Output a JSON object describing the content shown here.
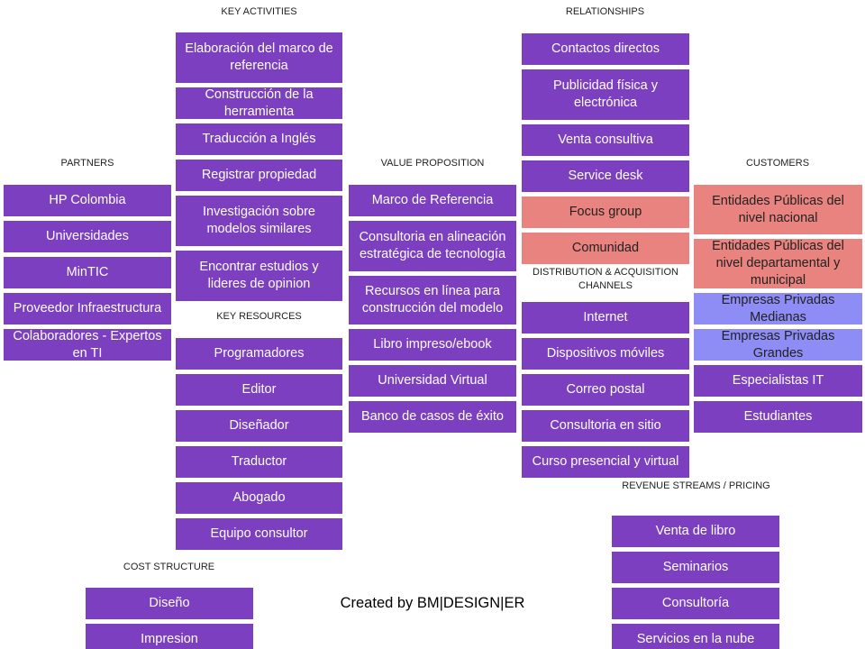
{
  "headers": {
    "key_activities": "KEY ACTIVITIES",
    "relationships": "RELATIONSHIPS",
    "partners": "PARTNERS",
    "value_proposition": "VALUE PROPOSITION",
    "customers": "CUSTOMERS",
    "key_resources": "KEY RESOURCES",
    "channels": "DISTRIBUTION & ACQUISITION CHANNELS",
    "revenue": "REVENUE STREAMS / PRICING",
    "cost": "COST STRUCTURE"
  },
  "key_activities": [
    "Elaboración del marco de referencia",
    "Construcción de la herramienta",
    "Traducción a Inglés",
    "Registrar propiedad",
    "Investigación sobre modelos similares",
    "Encontrar estudios y lideres de opinion"
  ],
  "relationships": [
    "Contactos directos",
    "Publicidad física y electrónica",
    "Venta consultiva",
    "Service desk",
    "Focus group",
    "Comunidad"
  ],
  "partners": [
    "HP Colombia",
    "Universidades",
    "MinTIC",
    "Proveedor Infraestructura",
    "Colaboradores - Expertos en TI"
  ],
  "value_proposition": [
    "Marco de Referencia",
    "Consultoria en alineación estratégica de tecnología",
    "Recursos en línea para construcción del modelo",
    "Libro impreso/ebook",
    "Universidad Virtual",
    "Banco de casos de éxito"
  ],
  "customers": [
    "Entidades Públicas del nivel nacional",
    "Entidades Públicas del nivel departamental y municipal",
    "Empresas Privadas Medianas",
    "Empresas Privadas Grandes",
    "Especialistas IT",
    "Estudiantes"
  ],
  "key_resources": [
    "Programadores",
    "Editor",
    "Diseñador",
    "Traductor",
    "Abogado",
    "Equipo consultor"
  ],
  "channels": [
    "Internet",
    "Dispositivos móviles",
    "Correo postal",
    "Consultoria en sitio",
    "Curso presencial y virtual"
  ],
  "revenue": [
    "Venta de libro",
    "Seminarios",
    "Consultoría",
    "Servicios en la nube"
  ],
  "cost": [
    "Diseño",
    "Impresion"
  ],
  "credit": "Created by BM|DESIGN|ER",
  "colors": {
    "card": "#7b3fbf",
    "highlight_salmon": "#e8837f",
    "highlight_blue": "#8e8cf5"
  }
}
